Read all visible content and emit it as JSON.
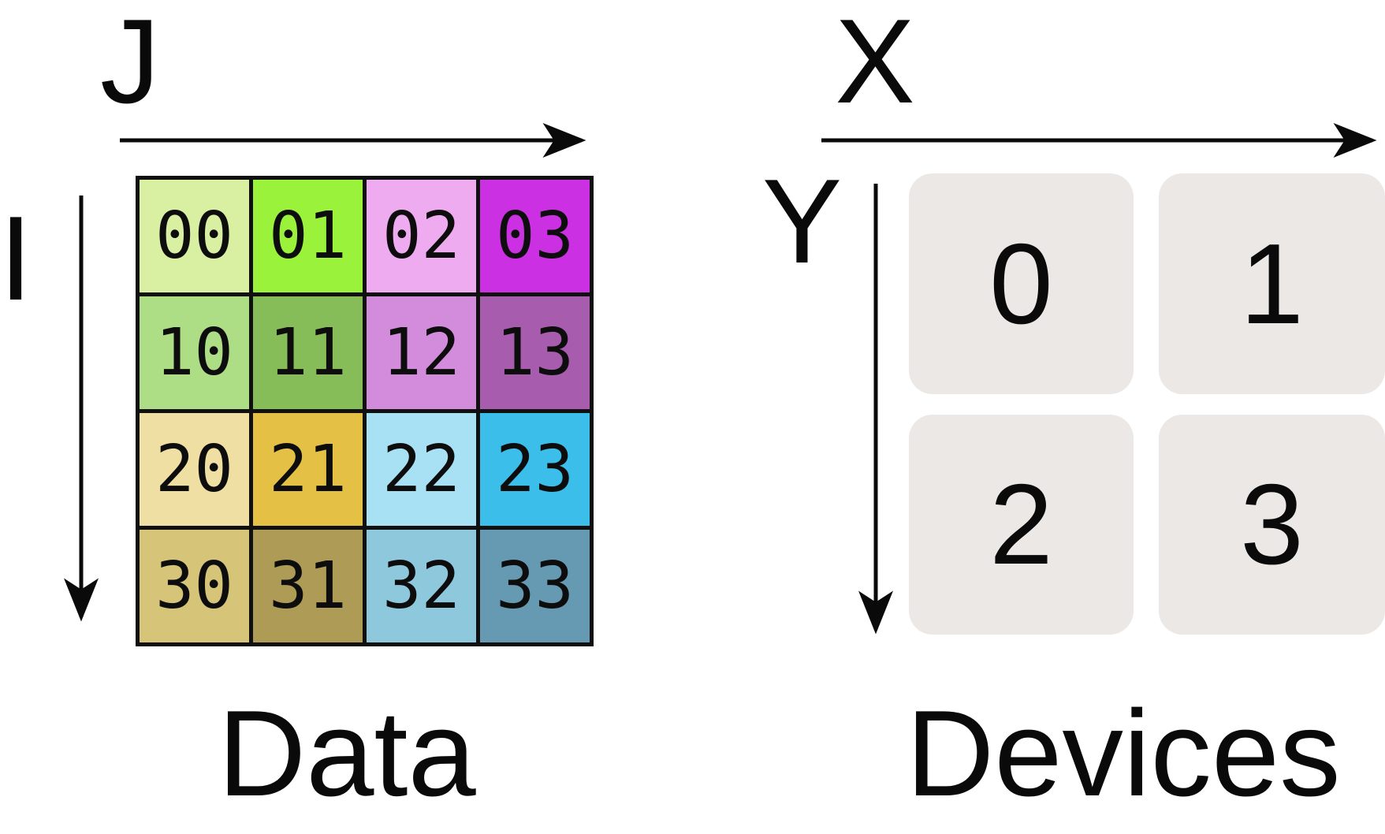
{
  "left_panel": {
    "col_axis": "J",
    "row_axis": "I",
    "caption": "Data",
    "cells": [
      {
        "label": "00",
        "color": "#d9f0a3"
      },
      {
        "label": "01",
        "color": "#9af33a"
      },
      {
        "label": "02",
        "color": "#eeabf0"
      },
      {
        "label": "03",
        "color": "#cb31e2"
      },
      {
        "label": "10",
        "color": "#addd85"
      },
      {
        "label": "11",
        "color": "#87bd58"
      },
      {
        "label": "12",
        "color": "#d38bdc"
      },
      {
        "label": "13",
        "color": "#a75cae"
      },
      {
        "label": "20",
        "color": "#f0dfa2"
      },
      {
        "label": "21",
        "color": "#e4c044"
      },
      {
        "label": "22",
        "color": "#a8e1f3"
      },
      {
        "label": "23",
        "color": "#3cbeea"
      },
      {
        "label": "30",
        "color": "#d6c578"
      },
      {
        "label": "31",
        "color": "#ad9b56"
      },
      {
        "label": "32",
        "color": "#8dc8dc"
      },
      {
        "label": "33",
        "color": "#659ab2"
      }
    ]
  },
  "right_panel": {
    "col_axis": "X",
    "row_axis": "Y",
    "caption": "Devices",
    "tile_color": "#ece8e5",
    "devices": [
      {
        "label": "0"
      },
      {
        "label": "1"
      },
      {
        "label": "2"
      },
      {
        "label": "3"
      }
    ]
  }
}
